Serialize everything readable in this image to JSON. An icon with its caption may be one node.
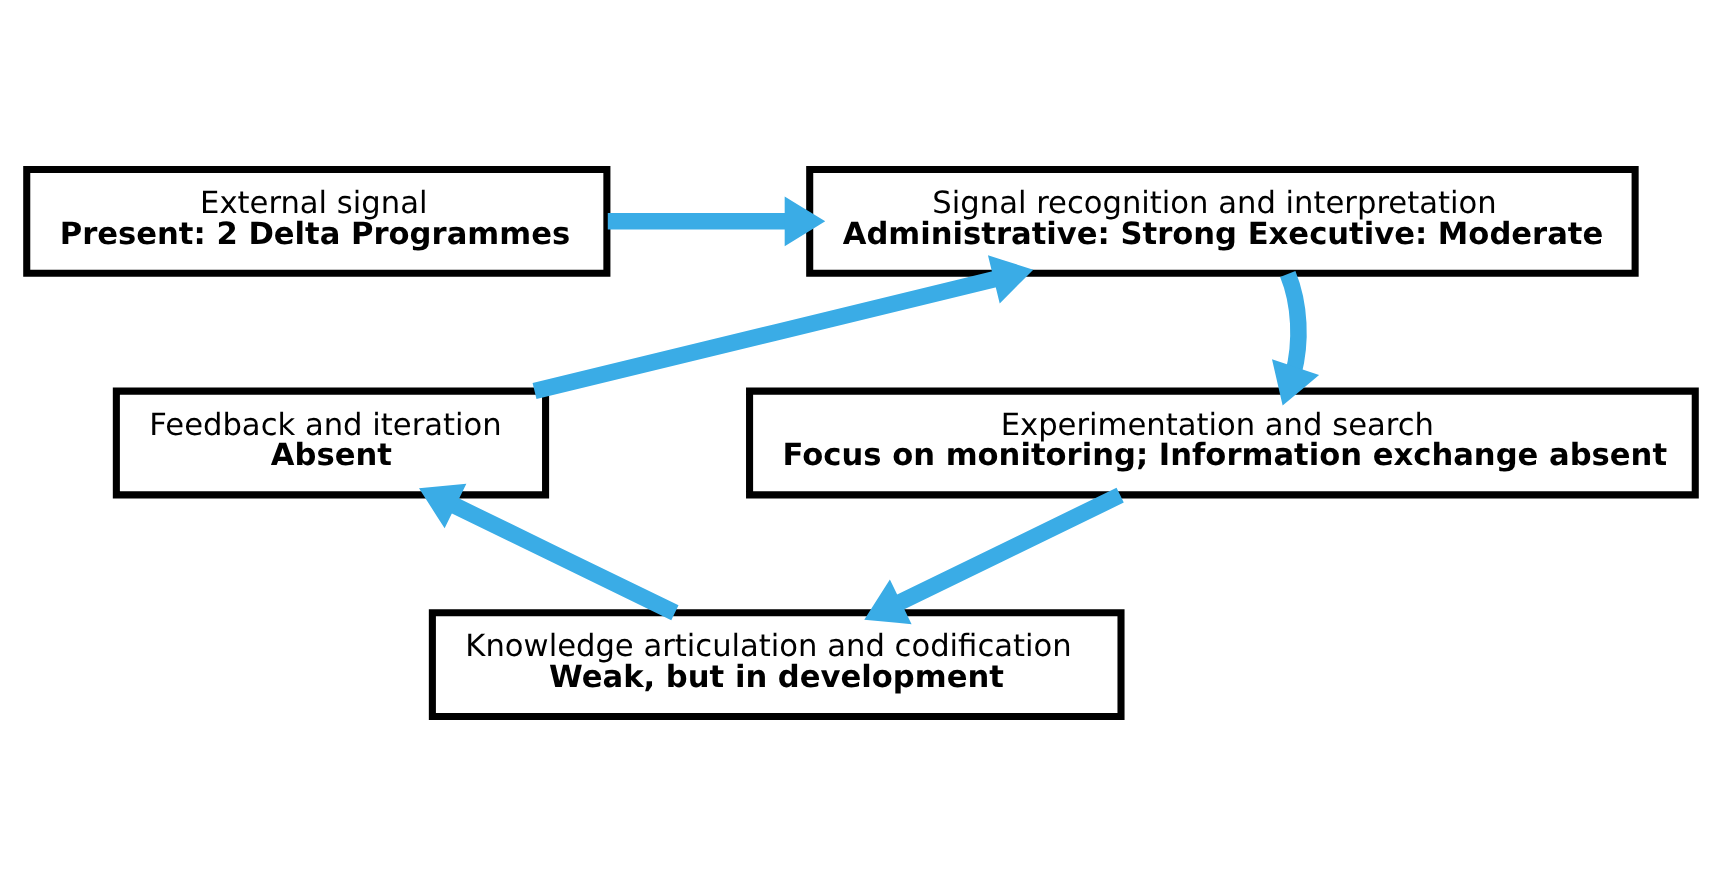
{
  "diagram": {
    "nodes": [
      {
        "text": [
          "External signal",
          "Present: 2 Delta Programmes"
        ]
      },
      {
        "text": [
          "Signal recognition and interpretation",
          "Administrative: Strong Executive: Moderate"
        ]
      },
      {
        "text": [
          "Experimentation and search",
          "Focus on monitoring; Information exchange absent"
        ]
      },
      {
        "text": [
          "Knowledge articulation and codification",
          "Weak, but in development"
        ]
      },
      {
        "text": [
          "Feedback and iteration",
          "Absent"
        ]
      }
    ],
    "edges": [
      {
        "from": 0,
        "to": 1,
        "arrow": "to"
      },
      {
        "from": 1,
        "to": 2,
        "arrow": "to"
      },
      {
        "from": 2,
        "to": 3,
        "arrow": "to"
      },
      {
        "from": 3,
        "to": 4,
        "arrow": "to"
      },
      {
        "from": 4,
        "to": 1,
        "arrow": "to"
      }
    ]
  }
}
